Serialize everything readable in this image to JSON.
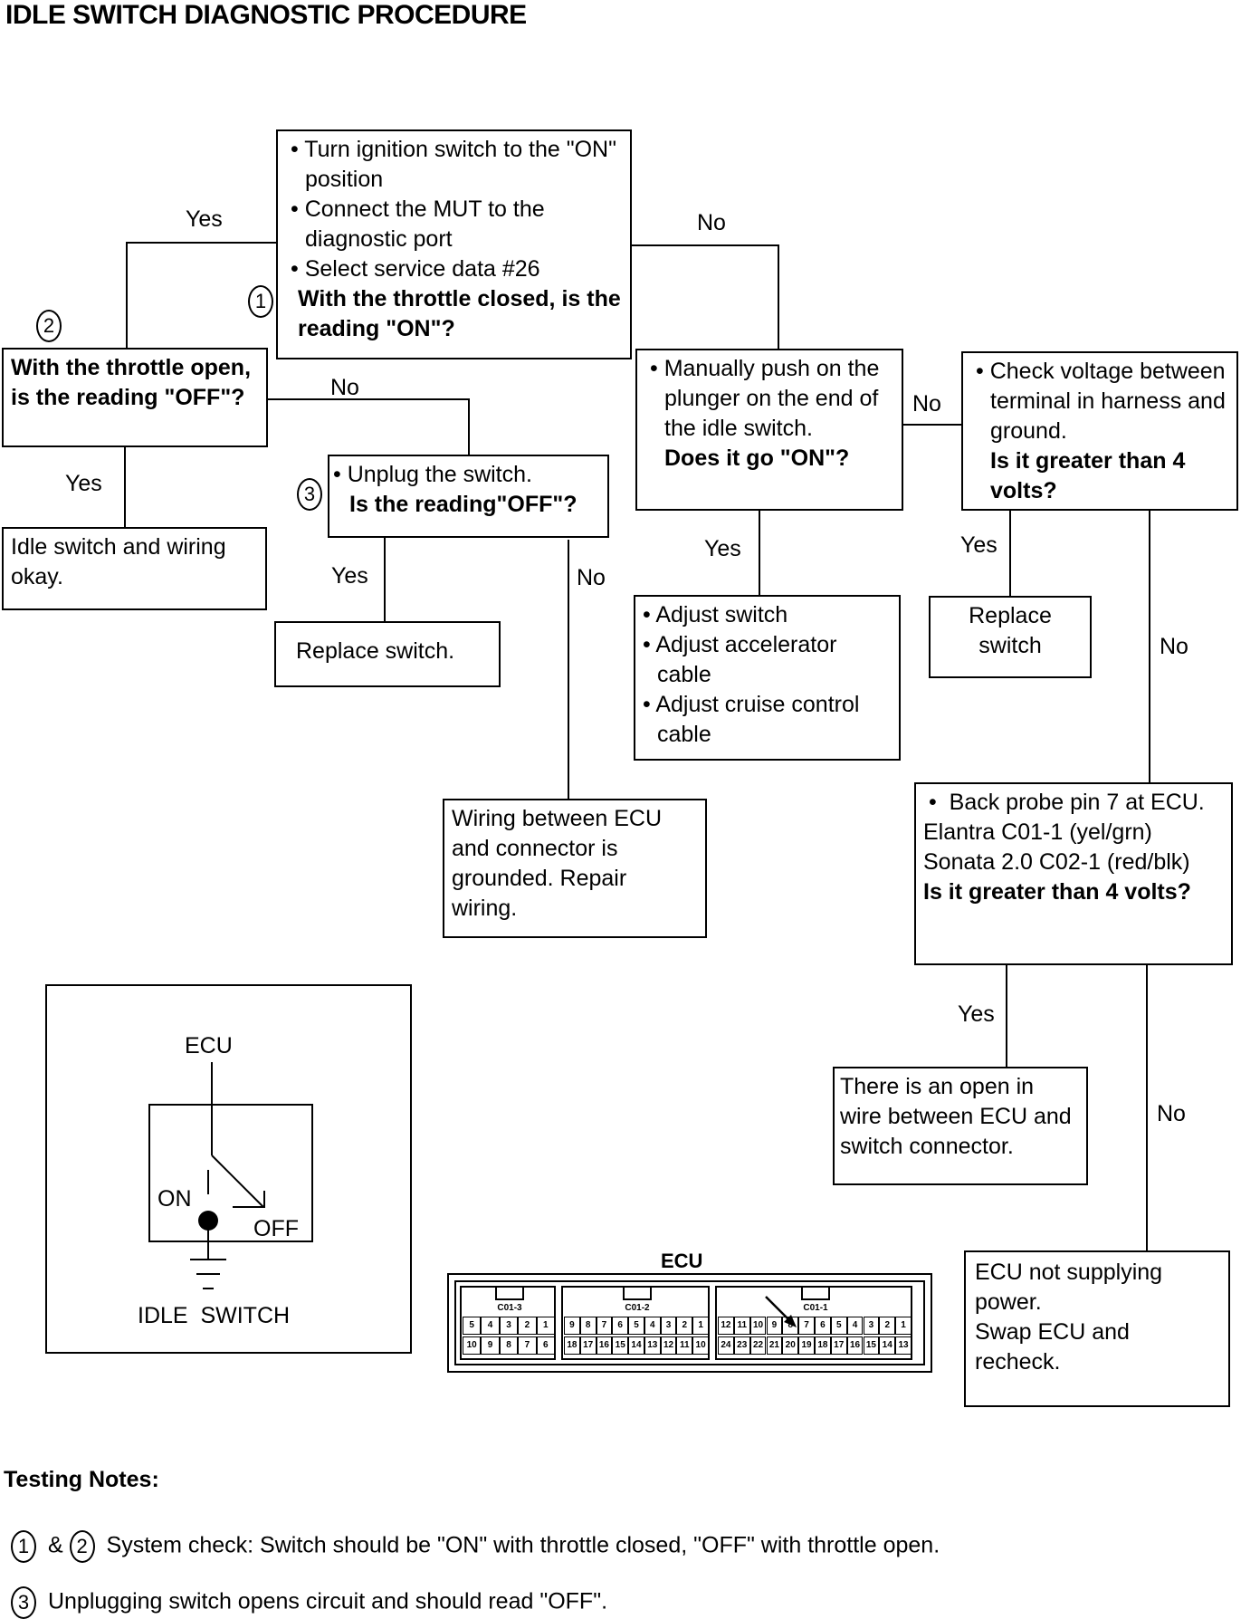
{
  "title": "IDLE SWITCH DIAGNOSTIC PROCEDURE",
  "step_markers": {
    "one": "1",
    "two": "2",
    "three": "3"
  },
  "branch_labels": {
    "yes": "Yes",
    "no": "No"
  },
  "boxes": {
    "start": {
      "bullets": [
        "Turn ignition switch to the \"ON\" position",
        "Connect the MUT to the diagnostic port",
        "Select service data #26"
      ],
      "question": "With the throttle closed, is the reading \"ON\"?"
    },
    "throttle_open": {
      "question": "With the throttle open, is the reading \"OFF\"?"
    },
    "idle_ok": {
      "text": "Idle switch and wiring okay."
    },
    "unplug": {
      "bullet": "Unplug the switch.",
      "question": "Is the reading\"OFF\"?"
    },
    "replace_switch_1": {
      "text": "Replace switch."
    },
    "wiring_grounded": {
      "text": "Wiring between ECU and connector is grounded.  Repair wiring."
    },
    "manual_push": {
      "bullet": "Manually push on the plunger on the end of the idle switch.",
      "question": "Does it go \"ON\"?"
    },
    "adjust": {
      "bullets": [
        "Adjust switch",
        "Adjust accelerator cable",
        "Adjust cruise control cable"
      ]
    },
    "check_voltage": {
      "bullet": "Check voltage between terminal in harness and ground.",
      "question": "Is it greater than 4 volts?"
    },
    "replace_switch_2": {
      "text": "Replace switch"
    },
    "back_probe": {
      "bullet": "Back probe pin 7 at ECU.",
      "line1": "Elantra C01-1 (yel/grn)",
      "line2": "Sonata 2.0 C02-1 (red/blk)",
      "question": "Is it greater than 4 volts?"
    },
    "open_wire": {
      "text": "There is an open in wire between ECU and switch connector."
    },
    "ecu_not_supplying": {
      "line1": "ECU not supplying power.",
      "line2": "Swap ECU and recheck."
    }
  },
  "schematic": {
    "ecu_label": "ECU",
    "on_label": "ON",
    "off_label": "OFF",
    "caption": "IDLE  SWITCH"
  },
  "connector": {
    "title": "ECU",
    "groups": [
      {
        "name": "C01-3",
        "top": [
          "5",
          "4",
          "3",
          "2",
          "1"
        ],
        "bottom": [
          "10",
          "9",
          "8",
          "7",
          "6"
        ]
      },
      {
        "name": "C01-2",
        "top": [
          "9",
          "8",
          "7",
          "6",
          "5",
          "4",
          "3",
          "2",
          "1"
        ],
        "bottom": [
          "18",
          "17",
          "16",
          "15",
          "14",
          "13",
          "12",
          "11",
          "10"
        ]
      },
      {
        "name": "C01-1",
        "top": [
          "12",
          "11",
          "10",
          "9",
          "8",
          "7",
          "6",
          "5",
          "4",
          "3",
          "2",
          "1"
        ],
        "bottom": [
          "24",
          "23",
          "22",
          "21",
          "20",
          "19",
          "18",
          "17",
          "16",
          "15",
          "14",
          "13"
        ]
      }
    ],
    "highlighted_pin": "7"
  },
  "notes": {
    "heading": "Testing Notes:",
    "amp": "&",
    "note1": "System check:  Switch should be \"ON\" with throttle closed, \"OFF\" with throttle open.",
    "note2": "Unplugging switch opens circuit and should read \"OFF\"."
  }
}
